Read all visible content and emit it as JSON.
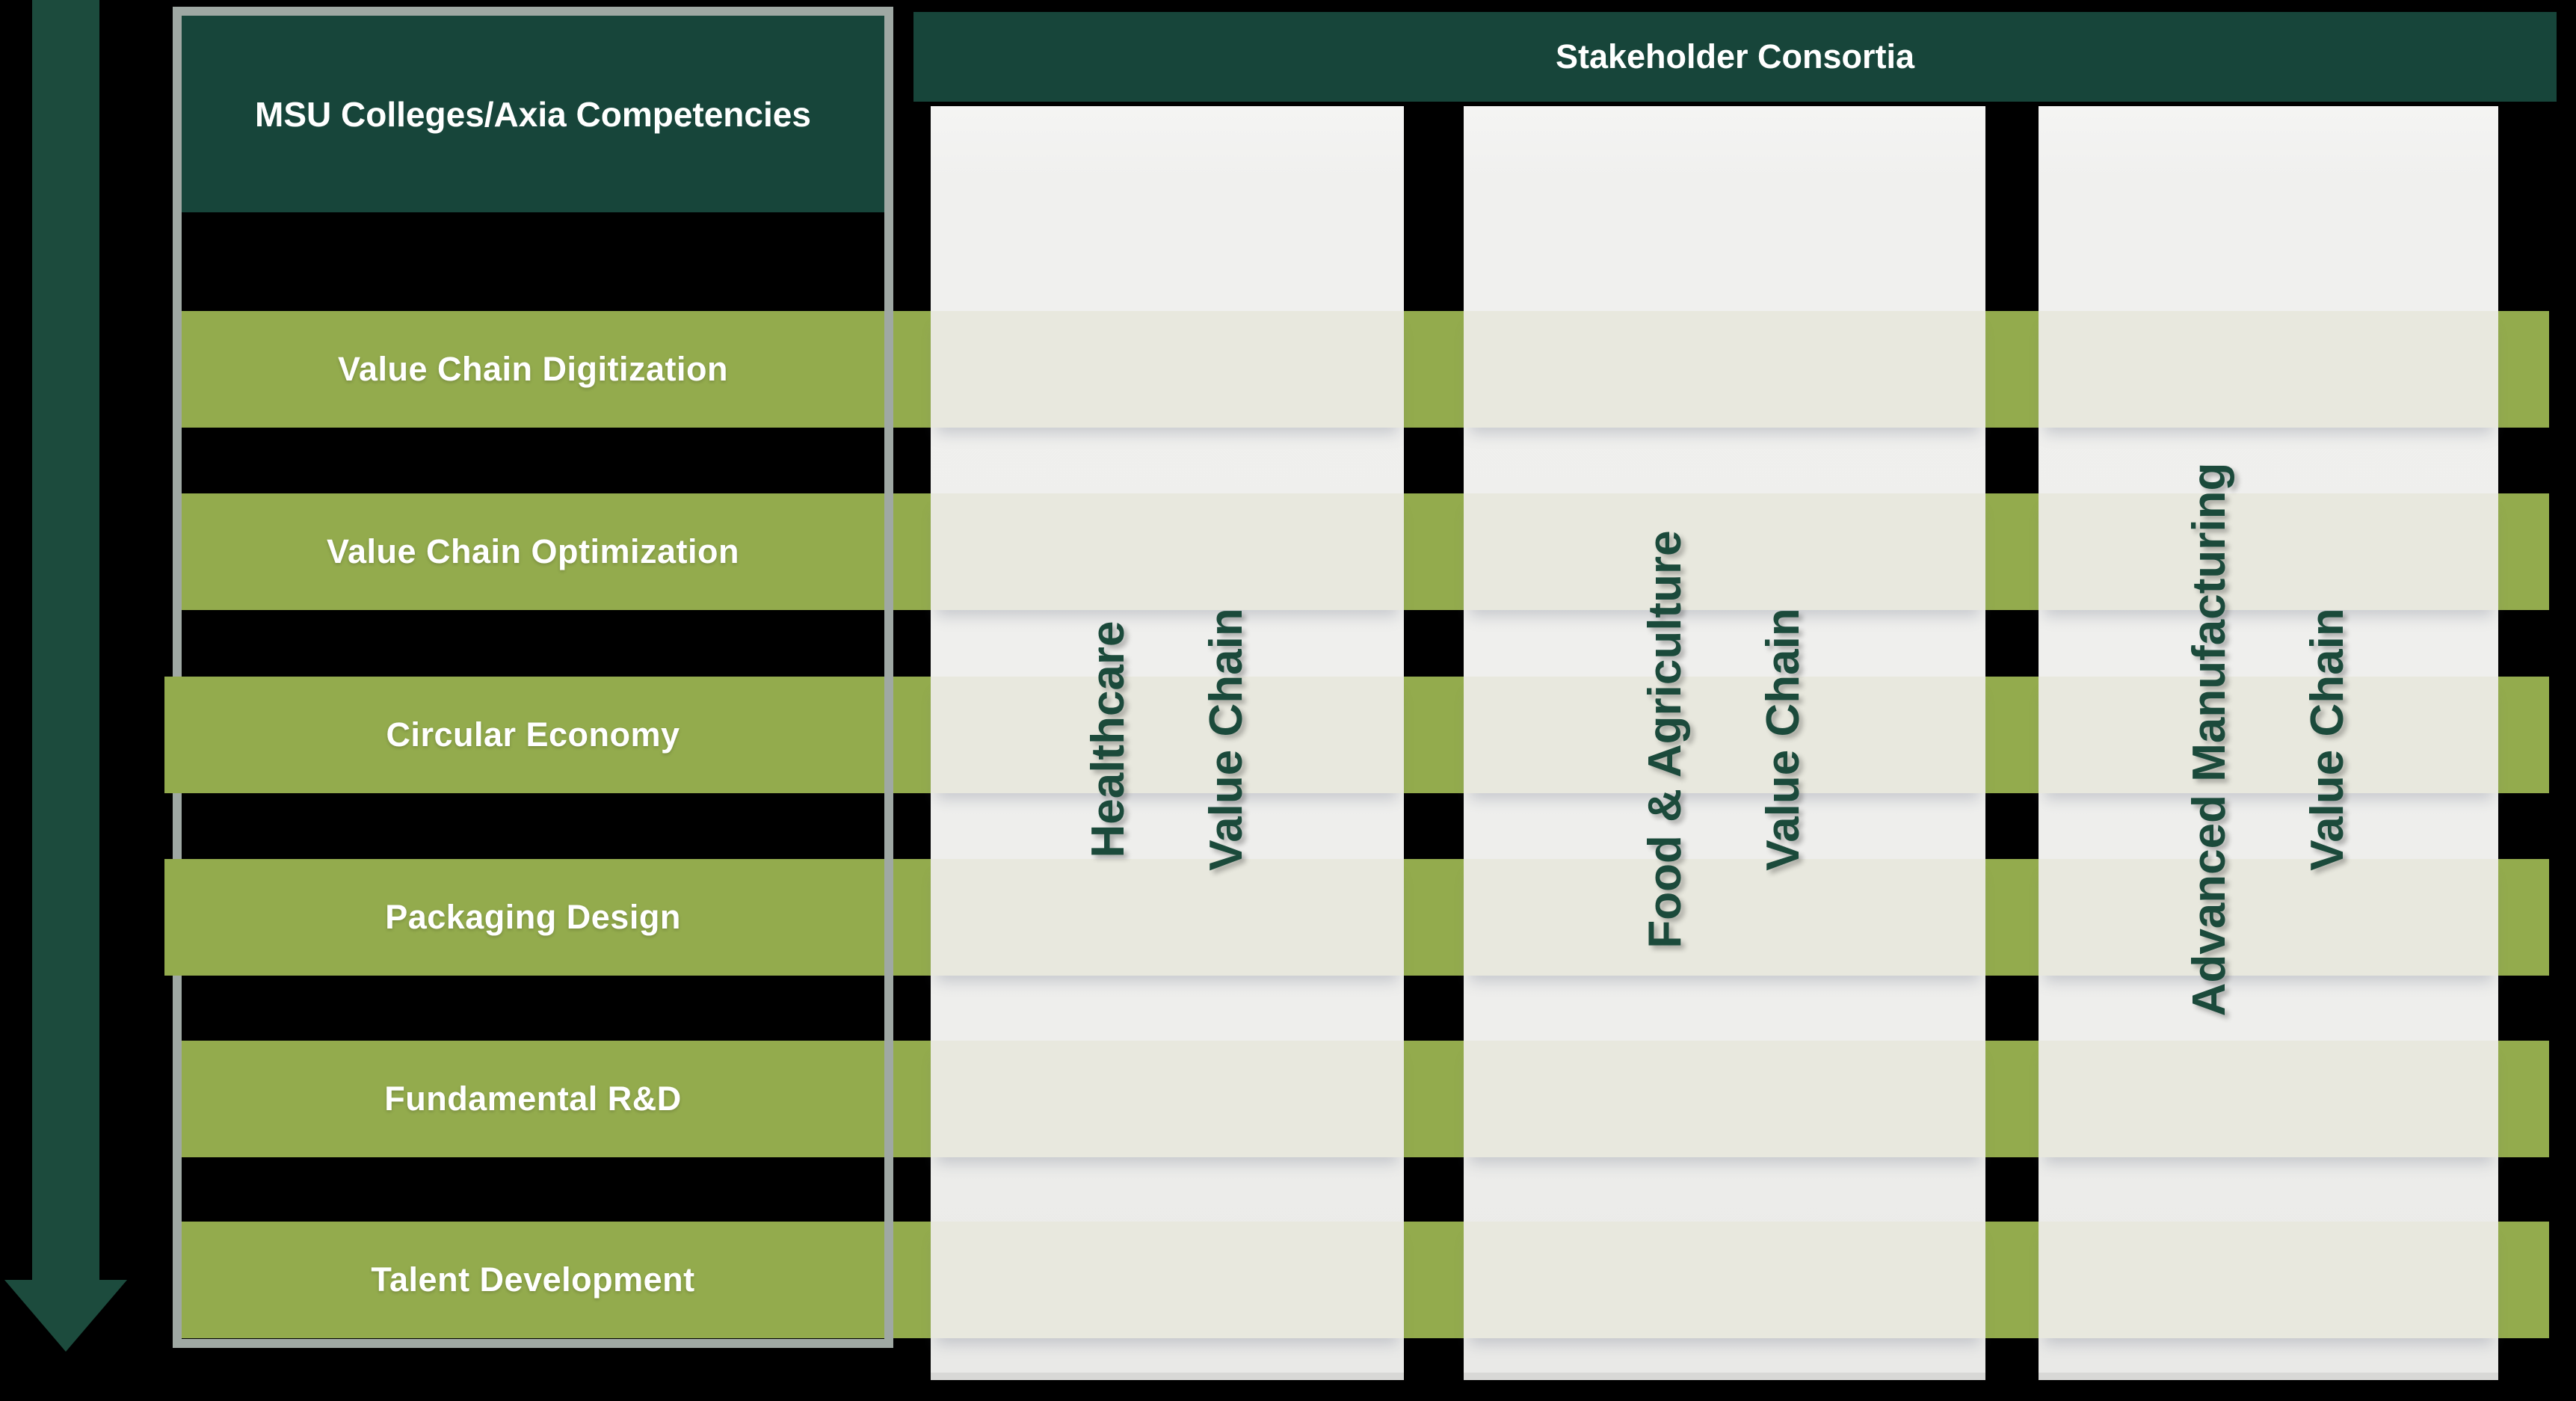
{
  "left_panel": {
    "header": "MSU Colleges/Axia Competencies",
    "competencies": [
      "Value Chain Digitization",
      "Value Chain Optimization",
      "Circular Economy",
      "Packaging Design",
      "Fundamental R&D",
      "Talent Development"
    ]
  },
  "consortia": {
    "header": "Stakeholder Consortia",
    "columns": [
      {
        "line1": "Healthcare",
        "line2": "Value Chain"
      },
      {
        "line1": "Food & Agriculture",
        "line2": "Value Chain"
      },
      {
        "line1": "Advanced Manufacturing",
        "line2": "Value Chain"
      }
    ]
  },
  "icons": {
    "down_arrow": "down-arrow"
  },
  "colors": {
    "background": "#000000",
    "dark_green": "#17453a",
    "arrow_green": "#1c4b3d",
    "olive_green": "#93ab4d",
    "column_light": "#f0f0ee",
    "column_row_tint": "#e8e8de",
    "border_gray": "#9fa8a3",
    "text_white": "#ffffff",
    "column_text_green": "#1b4a3b"
  }
}
